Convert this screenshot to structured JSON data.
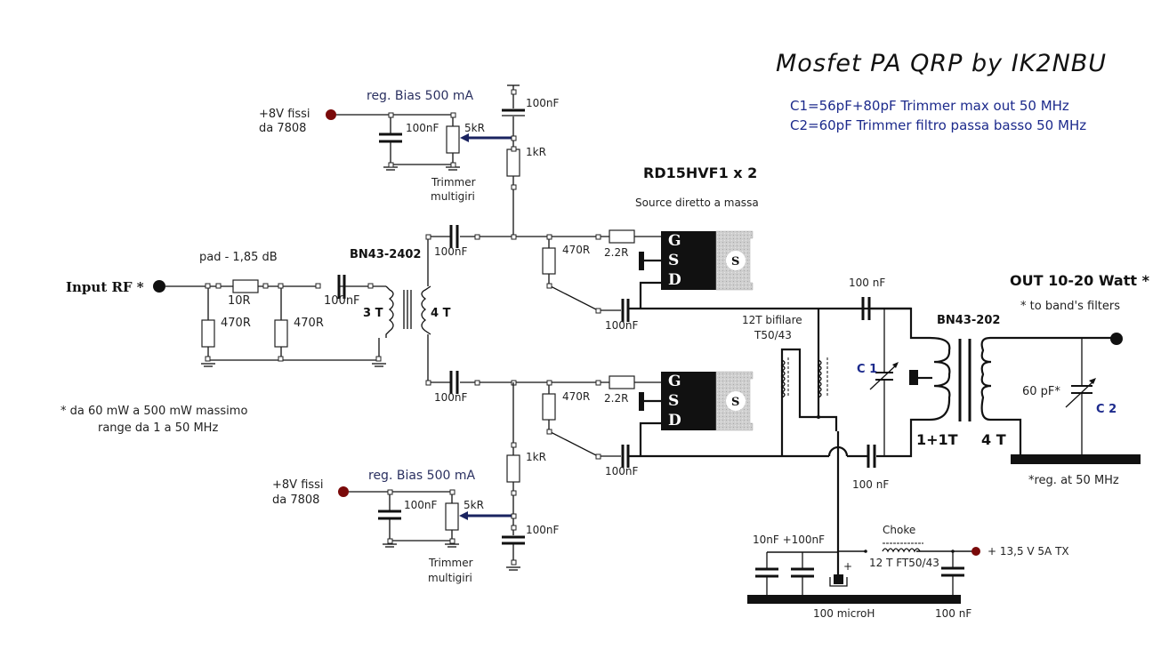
{
  "title": "Mosfet PA QRP by IK2NBU",
  "notes": {
    "c1_note": "C1=56pF+80pF Trimmer max out 50 MHz",
    "c2_note": "C2=60pF Trimmer filtro passa basso 50 MHz",
    "input_note_line1": "* da 60 mW a 500 mW massimo",
    "input_note_line2": "range da 1 a 50 MHz"
  },
  "input": {
    "label": "Input RF *",
    "pad_label": "pad - 1,85 dB",
    "series_resistor": "10R",
    "shunt_resistor_1": "470R",
    "shunt_resistor_2": "470R",
    "coupling_cap": "100nF"
  },
  "input_transformer": {
    "core": "BN43-2402",
    "primary_turns": "3 T",
    "secondary_turns": "4 T"
  },
  "bias_top": {
    "supply_line1": "+8V fissi",
    "supply_line2": "da 7808",
    "title": "reg. Bias 500 mA",
    "cap": "100nF",
    "trimmer": "5kR",
    "trimmer_label_line1": "Trimmer",
    "trimmer_label_line2": "multigiri",
    "decoupling_cap": "100nF",
    "feed_resistor": "1kR"
  },
  "bias_bottom": {
    "supply_line1": "+8V fissi",
    "supply_line2": "da 7808",
    "title": "reg. Bias 500 mA",
    "cap": "100nF",
    "trimmer": "5kR",
    "trimmer_label_line1": "Trimmer",
    "trimmer_label_line2": "multigiri",
    "decoupling_cap": "100nF",
    "feed_resistor": "1kR"
  },
  "gate_top": {
    "coupling_cap": "100nF",
    "feedback_resistor": "470R",
    "gate_resistor": "2.2R",
    "feedback_cap": "100nF"
  },
  "gate_bottom": {
    "coupling_cap": "100nF",
    "feedback_resistor": "470R",
    "gate_resistor": "2.2R",
    "feedback_cap": "100nF"
  },
  "mosfet": {
    "part": "RD15HVF1 x 2",
    "note": "Source diretto a massa",
    "pins": [
      "G",
      "S",
      "D"
    ],
    "tab": "S"
  },
  "output_stage": {
    "bifilar_line1": "12T bifilare",
    "bifilar_line2": "T50/43",
    "top_cap": "100 nF",
    "bottom_cap": "100 nF",
    "c1_label": "C 1",
    "transformer_core": "BN43-202",
    "primary_turns": "1+1T",
    "secondary_turns": "4 T",
    "c2_value": "60 pF*",
    "c2_label": "C 2",
    "out_label": "OUT 10-20 Watt *",
    "out_note": "* to band's filters",
    "reg_note": "*reg. at 50 MHz"
  },
  "supply": {
    "caps_label": "10nF +100nF",
    "choke_label": "Choke",
    "choke_spec": "12 T FT50/43",
    "electrolytic_plus": "+",
    "electrolytic_label": "100 microH",
    "filter_cap": "100 nF",
    "supply_label": "+ 13,5 V  5A TX"
  },
  "colors": {
    "wire": "#111111",
    "note_blue": "#1c2a8c",
    "bias_arrow": "#1a2360",
    "supply_dot": "#7a0a0a",
    "mosfet_body": "#111111",
    "mosfet_tab": "#c8c8c8"
  }
}
